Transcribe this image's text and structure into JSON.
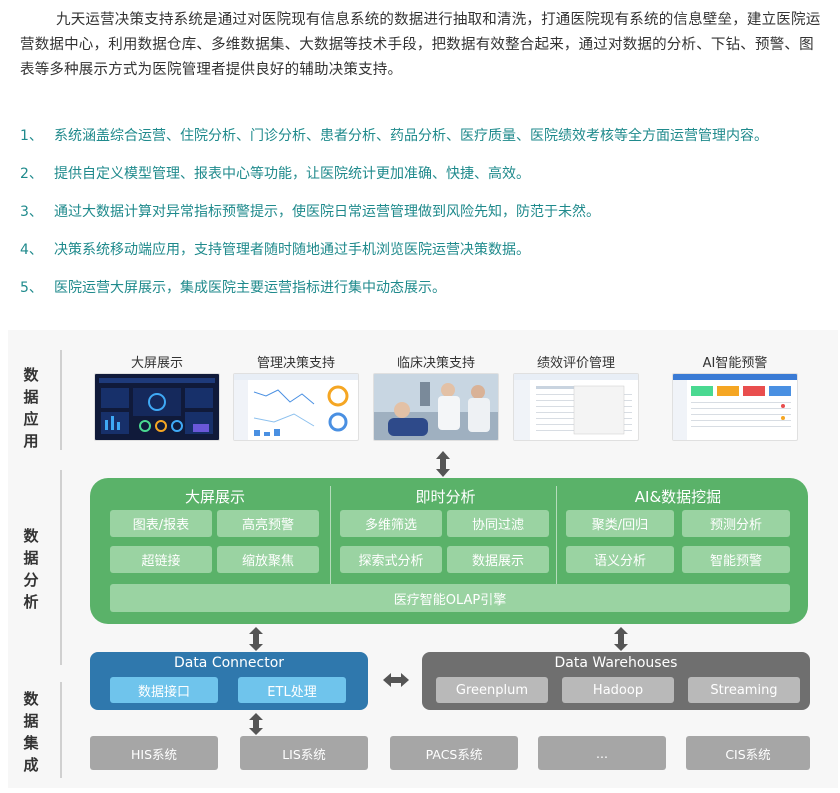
{
  "intro": "九天运营决策支持系统是通过对医院现有信息系统的数据进行抽取和清洗，打通医院现有系统的信息壁垒，建立医院运营数据中心，利用数据仓库、多维数据集、大数据等技术手段，把数据有效整合起来，通过对数据的分析、下钻、预警、图表等多种展示方式为医院管理者提供良好的辅助决策支持。",
  "points": [
    {
      "num": "1、",
      "text": "系统涵盖综合运营、住院分析、门诊分析、患者分析、药品分析、医疗质量、医院绩效考核等全方面运营管理内容。"
    },
    {
      "num": "2、",
      "text": "提供自定义模型管理、报表中心等功能，让医院统计更加准确、快捷、高效。"
    },
    {
      "num": "3、",
      "text": "通过大数据计算对异常指标预警提示，使医院日常运营管理做到风险先知，防范于未然。"
    },
    {
      "num": "4、",
      "text": "决策系统移动端应用，支持管理者随时随地通过手机浏览医院运营决策数据。"
    },
    {
      "num": "5、",
      "text": "医院运营大屏展示，集成医院主要运营指标进行集中动态展示。"
    }
  ],
  "layers": {
    "application": "数据应用",
    "analysis": "数据分析",
    "integration": "数据集成"
  },
  "apps": [
    "大屏展示",
    "管理决策支持",
    "临床决策支持",
    "绩效评价管理",
    "AI智能预警"
  ],
  "analysis": {
    "sections": [
      {
        "title": "大屏展示",
        "items": [
          "图表/报表",
          "高亮预警",
          "超链接",
          "缩放聚焦"
        ]
      },
      {
        "title": "即时分析",
        "items": [
          "多维筛选",
          "协同过滤",
          "探索式分析",
          "数据展示"
        ]
      },
      {
        "title": "AI&数据挖掘",
        "items": [
          "聚类/回归",
          "预测分析",
          "语义分析",
          "智能预警"
        ]
      }
    ],
    "olap": "医疗智能OLAP引擎"
  },
  "connector": {
    "title": "Data Connector",
    "items": [
      "数据接口",
      "ETL处理"
    ]
  },
  "warehouse": {
    "title": "Data Warehouses",
    "items": [
      "Greenplum",
      "Hadoop",
      "Streaming"
    ]
  },
  "sources": [
    "HIS系统",
    "LIS系统",
    "PACS系统",
    "...",
    "CIS系统"
  ],
  "colors": {
    "accent_text": "#1f8a8c",
    "analysis_green": "#5ab269",
    "connector_blue": "#2f78ad",
    "warehouse_gray": "#6f6f6f"
  }
}
